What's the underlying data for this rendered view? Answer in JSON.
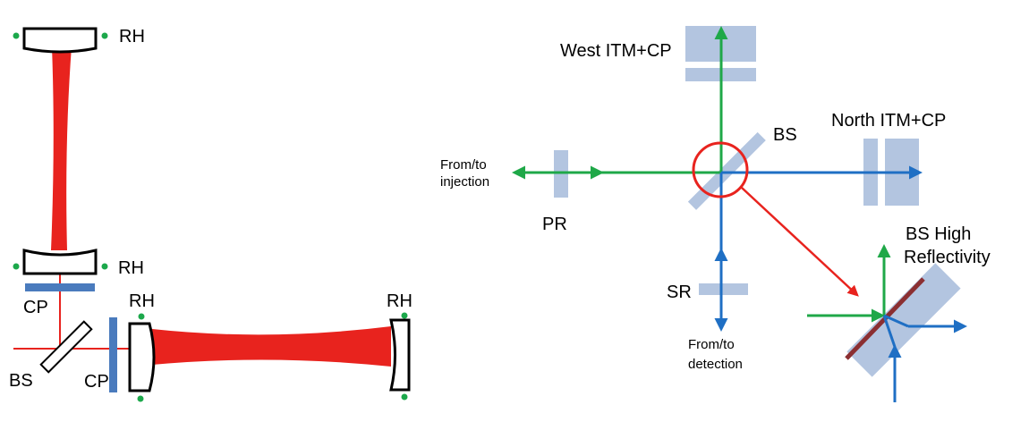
{
  "colors": {
    "beam": "#e8231e",
    "green": "#1fa848",
    "blue": "#1f6fc4",
    "optic": "#b3c5e0",
    "compensation_plate": "#4a7bbd",
    "hr_coating": "#8b2f32",
    "ring_dot": "#1ca84b",
    "mirror_outline": "#000000"
  },
  "left_diagram": {
    "rh_top": "RH",
    "rh_mid": "RH",
    "rh_north": "RH",
    "rh_end": "RH",
    "cp_west": "CP",
    "cp_north": "CP",
    "bs": "BS"
  },
  "right_diagram": {
    "west_itm": "West ITM+CP",
    "north_itm": "North ITM+CP",
    "bs": "BS",
    "pr": "PR",
    "sr": "SR",
    "injection_line1": "From/to",
    "injection_line2": "injection",
    "detection_line1": "From/to",
    "detection_line2": "detection",
    "bs_hr_line1": "BS High",
    "bs_hr_line2": "Reflectivity"
  }
}
